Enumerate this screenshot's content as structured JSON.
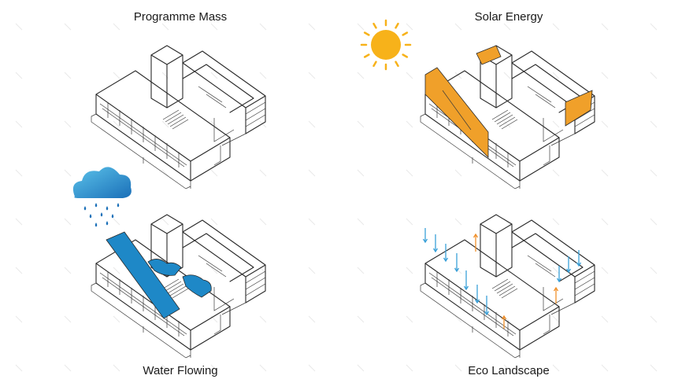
{
  "titles": {
    "programme_mass": "Programme Mass",
    "solar_energy": "Solar Energy",
    "water_flowing": "Water Flowing",
    "eco_landscape": "Eco Landscape"
  },
  "colors": {
    "solar_orange": "#f0a02a",
    "sun_yellow": "#f7b21a",
    "water_blue": "#1e88c7",
    "cloud_light": "#5cc3ea",
    "cloud_dark": "#1a6fb8",
    "arrow_blue": "#3aa0d8",
    "arrow_orange": "#f0902a",
    "sketch_line": "#2a2a2a"
  },
  "icons": [
    "sun-icon",
    "rain-cloud-icon",
    "raindrop-icon",
    "down-arrow-icon",
    "up-arrow-icon"
  ]
}
